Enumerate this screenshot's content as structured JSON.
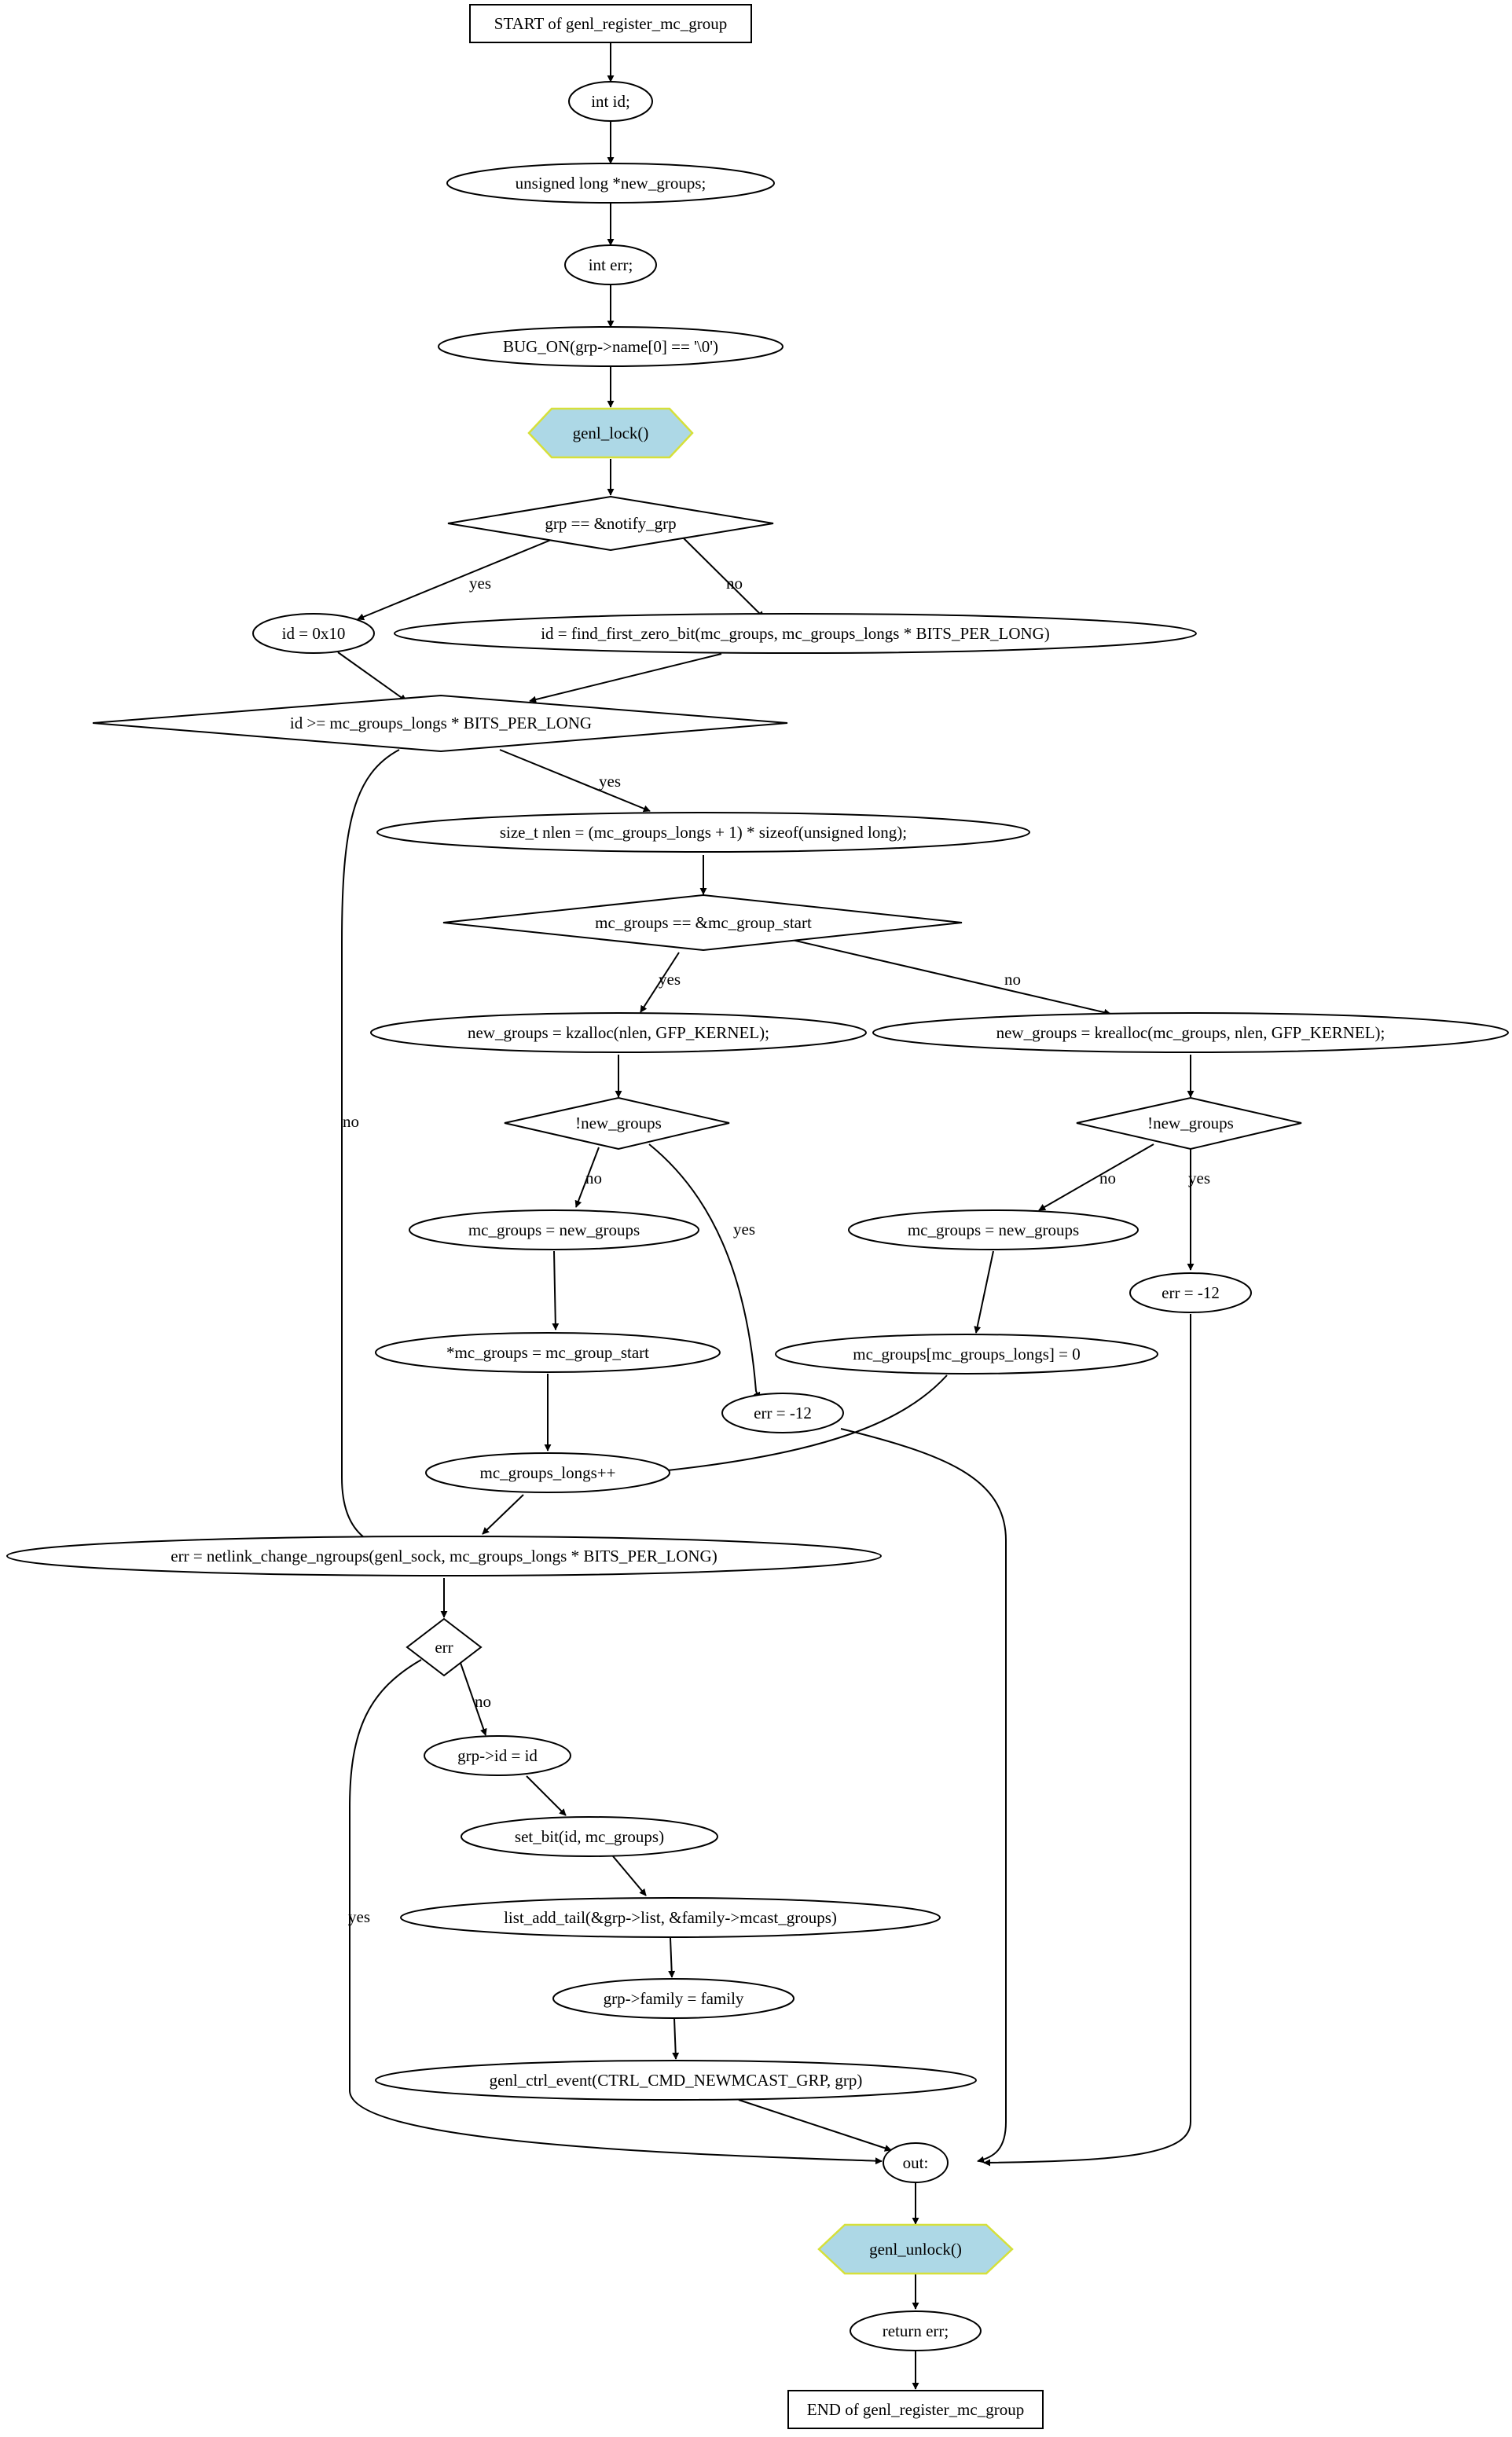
{
  "nodes": {
    "start": "START of genl_register_mc_group",
    "int_id": "int id;",
    "new_groups_decl": "unsigned long *new_groups;",
    "int_err": "int err;",
    "bug_on": "BUG_ON(grp->name[0] == '\\0')",
    "genl_lock": "genl_lock()",
    "cond_notify": "grp == &notify_grp",
    "id_0x10": "id = 0x10",
    "id_find": "id = find_first_zero_bit(mc_groups, mc_groups_longs * BITS_PER_LONG)",
    "cond_id": "id >= mc_groups_longs * BITS_PER_LONG",
    "nlen": "size_t nlen = (mc_groups_longs + 1) * sizeof(unsigned long);",
    "cond_start": "mc_groups == &mc_group_start",
    "kzalloc": "new_groups = kzalloc(nlen, GFP_KERNEL);",
    "krealloc": "new_groups = krealloc(mc_groups, nlen, GFP_KERNEL);",
    "cond_new_left": "!new_groups",
    "cond_new_right": "!new_groups",
    "mc_assign_left": "mc_groups = new_groups",
    "mc_assign_right": "mc_groups = new_groups",
    "err_right": "err = -12",
    "star_mc": "*mc_groups = mc_group_start",
    "mc_zero": "mc_groups[mc_groups_longs] = 0",
    "err_mid": "err = -12",
    "longs_inc": "mc_groups_longs++",
    "netlink": "err = netlink_change_ngroups(genl_sock, mc_groups_longs * BITS_PER_LONG)",
    "cond_err": "err",
    "grp_id": "grp->id = id",
    "set_bit": "set_bit(id, mc_groups)",
    "list_add": "list_add_tail(&grp->list, &family->mcast_groups)",
    "grp_family": "grp->family = family",
    "ctrl_event": "genl_ctrl_event(CTRL_CMD_NEWMCAST_GRP, grp)",
    "out": "out:",
    "genl_unlock": "genl_unlock()",
    "return_err": "return err;",
    "end": "END of genl_register_mc_group"
  },
  "edges": {
    "notify_yes": "yes",
    "notify_no": "no",
    "id_yes": "yes",
    "id_no": "no",
    "start_yes": "yes",
    "start_no": "no",
    "left_no": "no",
    "left_yes": "yes",
    "right_no": "no",
    "right_yes": "yes",
    "err_no": "no",
    "err_yes": "yes"
  },
  "colors": {
    "lock_fill": "#add8e6",
    "lock_stroke": "#d6e03a"
  }
}
